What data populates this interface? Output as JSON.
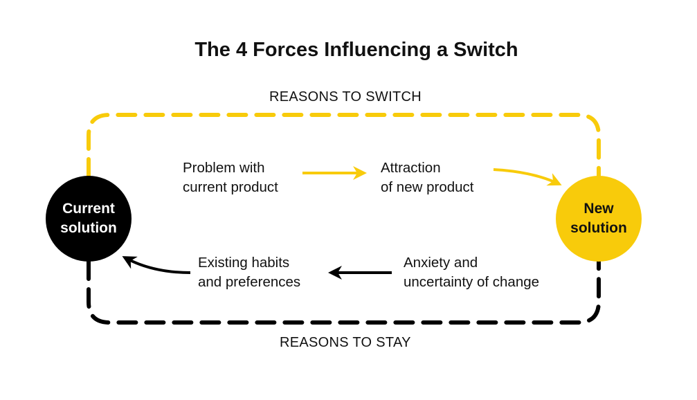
{
  "title": "The 4 Forces Influencing a Switch",
  "sections": {
    "top": "REASONS TO SWITCH",
    "bottom": "REASONS TO STAY"
  },
  "nodes": {
    "current": {
      "line1": "Current",
      "line2": "solution"
    },
    "new": {
      "line1": "New",
      "line2": "solution"
    }
  },
  "forces": {
    "push": {
      "line1": "Problem with",
      "line2": "current product"
    },
    "pull": {
      "line1": "Attraction",
      "line2": "of new product"
    },
    "anxiety": {
      "line1": "Anxiety and",
      "line2": "uncertainty of change"
    },
    "habit": {
      "line1": "Existing habits",
      "line2": "and preferences"
    }
  },
  "colors": {
    "switch": "#F8CB0B",
    "stay": "#000000"
  }
}
